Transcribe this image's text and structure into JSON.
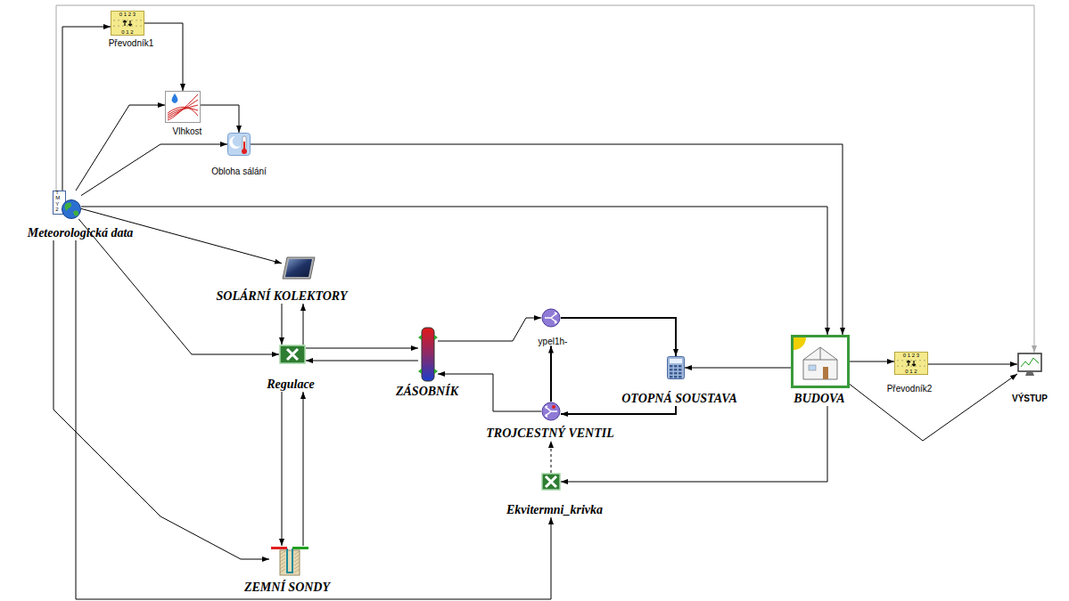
{
  "diagram": {
    "nodes": [
      {
        "text": [
          "Převodník1"
        ]
      },
      {
        "text": [
          "Vlhkost"
        ]
      },
      {
        "text": [
          "Obloha sálání"
        ]
      },
      {
        "text": [
          "Meteorologická data"
        ]
      },
      {
        "text": [
          "SOLÁRNÍ KOLEKTORY"
        ]
      },
      {
        "text": [
          "ypel1h-"
        ]
      },
      {
        "text": [
          "Regulace"
        ]
      },
      {
        "text": [
          "ZÁSOBNÍK"
        ]
      },
      {
        "text": [
          "OTOPNÁ SOUSTAVA"
        ]
      },
      {
        "text": [
          "BUDOVA"
        ]
      },
      {
        "text": [
          "Převodník2"
        ]
      },
      {
        "text": [
          "VÝSTUP"
        ]
      },
      {
        "text": [
          "TROJCESTNÝ VENTIL"
        ]
      },
      {
        "text": [
          "Ekvitermni_krivka"
        ]
      },
      {
        "text": [
          "ZEMNÍ SONDY"
        ]
      }
    ],
    "edges": [
      {
        "from": 3,
        "to": 0,
        "arrow": "to"
      },
      {
        "from": 0,
        "to": 1,
        "arrow": "to"
      },
      {
        "from": 3,
        "to": 1,
        "arrow": "to"
      },
      {
        "from": 1,
        "to": 2,
        "arrow": "to"
      },
      {
        "from": 3,
        "to": 2,
        "arrow": "to"
      },
      {
        "from": 2,
        "to": 9,
        "arrow": "to"
      },
      {
        "from": 3,
        "to": 9,
        "arrow": "to"
      },
      {
        "from": 3,
        "to": 11,
        "arrow": "to"
      },
      {
        "from": 3,
        "to": 4,
        "arrow": "to"
      },
      {
        "from": 3,
        "to": 6,
        "arrow": "to"
      },
      {
        "from": 3,
        "to": 14,
        "arrow": "to"
      },
      {
        "from": 3,
        "to": 13,
        "arrow": "to"
      },
      {
        "from": 4,
        "to": 6,
        "arrow": "to"
      },
      {
        "from": 6,
        "to": 4,
        "arrow": "to"
      },
      {
        "from": 6,
        "to": 7,
        "arrow": "to"
      },
      {
        "from": 7,
        "to": 6,
        "arrow": "to"
      },
      {
        "from": 14,
        "to": 6,
        "arrow": "to"
      },
      {
        "from": 6,
        "to": 14,
        "arrow": "to"
      },
      {
        "from": 7,
        "to": 5,
        "arrow": "to"
      },
      {
        "from": 5,
        "to": 8,
        "arrow": "to"
      },
      {
        "from": 12,
        "to": 5,
        "arrow": "to"
      },
      {
        "from": 8,
        "to": 12,
        "arrow": "to"
      },
      {
        "from": 12,
        "to": 7,
        "arrow": "to"
      },
      {
        "from": 9,
        "to": 8,
        "arrow": "to"
      },
      {
        "from": 9,
        "to": 10,
        "arrow": "to"
      },
      {
        "from": 10,
        "to": 11,
        "arrow": "to"
      },
      {
        "from": 9,
        "to": 11,
        "arrow": "to"
      },
      {
        "from": 9,
        "to": 13,
        "arrow": "to"
      },
      {
        "from": 13,
        "to": 12,
        "arrow": "to"
      }
    ],
    "labels": [
      "0 1 2 3",
      "0 1 2",
      "TMY2",
      "0 1 2 3",
      "0 1 2"
    ]
  }
}
